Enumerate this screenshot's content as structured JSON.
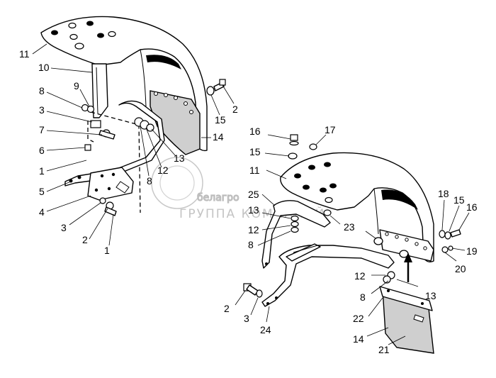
{
  "watermark": {
    "brand": "белагро",
    "group": "ГРУППА КОМПАНИЙ"
  },
  "callouts_left": [
    {
      "n": "11"
    },
    {
      "n": "10"
    },
    {
      "n": "9"
    },
    {
      "n": "8"
    },
    {
      "n": "3"
    },
    {
      "n": "7"
    },
    {
      "n": "6"
    },
    {
      "n": "1"
    },
    {
      "n": "5"
    },
    {
      "n": "4"
    },
    {
      "n": "3"
    },
    {
      "n": "2"
    },
    {
      "n": "1"
    },
    {
      "n": "8"
    },
    {
      "n": "12"
    },
    {
      "n": "13"
    },
    {
      "n": "14"
    },
    {
      "n": "15"
    },
    {
      "n": "2"
    }
  ],
  "callouts_right": [
    {
      "n": "16"
    },
    {
      "n": "17"
    },
    {
      "n": "15"
    },
    {
      "n": "11"
    },
    {
      "n": "25"
    },
    {
      "n": "13"
    },
    {
      "n": "12"
    },
    {
      "n": "8"
    },
    {
      "n": "23"
    },
    {
      "n": "18"
    },
    {
      "n": "15"
    },
    {
      "n": "16"
    },
    {
      "n": "19"
    },
    {
      "n": "20"
    },
    {
      "n": "12"
    },
    {
      "n": "8"
    },
    {
      "n": "13"
    },
    {
      "n": "22"
    },
    {
      "n": "14"
    },
    {
      "n": "21"
    },
    {
      "n": "2"
    },
    {
      "n": "3"
    },
    {
      "n": "24"
    }
  ]
}
